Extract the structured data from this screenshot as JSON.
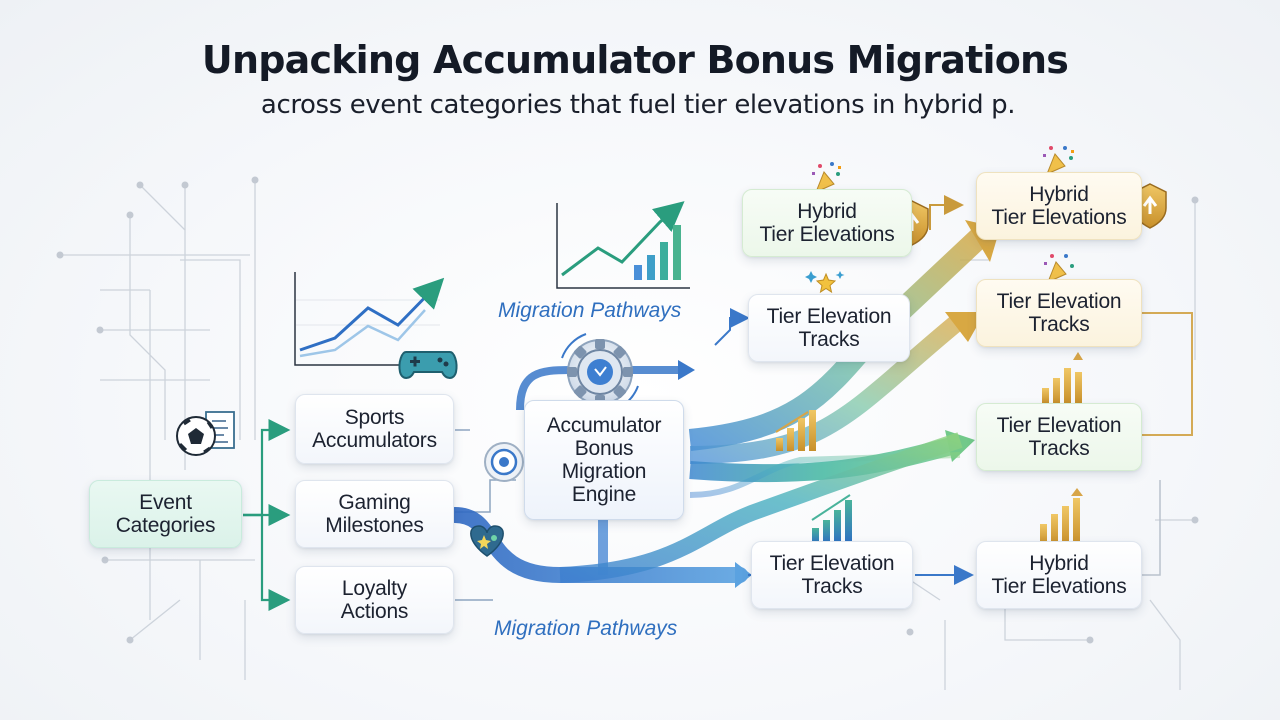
{
  "title": "Unpacking Accumulator Bonus Migrations",
  "subtitle": "across event categories that fuel tier elevations in hybrid p.",
  "source": {
    "line1": "Event",
    "line2": "Categories"
  },
  "categories": [
    {
      "line1": "Sports",
      "line2": "Accumulators"
    },
    {
      "line1": "Gaming",
      "line2": "Milestones"
    },
    {
      "line1": "Loyalty",
      "line2": "Actions"
    }
  ],
  "engine": {
    "line1": "Accumulator",
    "line2": "Bonus",
    "line3": "Migration",
    "line4": "Engine"
  },
  "pathway_labels": {
    "top": "Migration Pathways",
    "bottom": "Migration Pathways"
  },
  "middle_nodes": [
    {
      "line1": "Hybrid",
      "line2": "Tier Elevations"
    },
    {
      "line1": "Tier Elevation",
      "line2": "Tracks"
    },
    {
      "line1": "Tier Elevation",
      "line2": "Tracks"
    }
  ],
  "right_nodes": [
    {
      "line1": "Hybrid",
      "line2": "Tier Elevations"
    },
    {
      "line1": "Tier Elevation",
      "line2": "Tracks"
    },
    {
      "line1": "Tier Elevation",
      "line2": "Tracks"
    },
    {
      "line1": "Hybrid",
      "line2": "Tier Elevations"
    }
  ],
  "icons": {
    "soccer_doc": "soccer-ball-document-icon",
    "gamepad": "gamepad-icon",
    "gear": "gear-icon",
    "heart": "heart-star-icon",
    "target": "target-icon",
    "party": "party-popper-icon",
    "sparkle": "sparkle-star-icon",
    "shield": "shield-arrow-icon",
    "bars": "bar-chart-arrow-icon",
    "line_chart": "line-chart-icon"
  },
  "colors": {
    "title": "#141a26",
    "pathway_text": "#2f6fbf",
    "teal": "#2a9d7e",
    "blue": "#3a78c9",
    "gold": "#d4a23a",
    "green": "#6bc77a"
  }
}
